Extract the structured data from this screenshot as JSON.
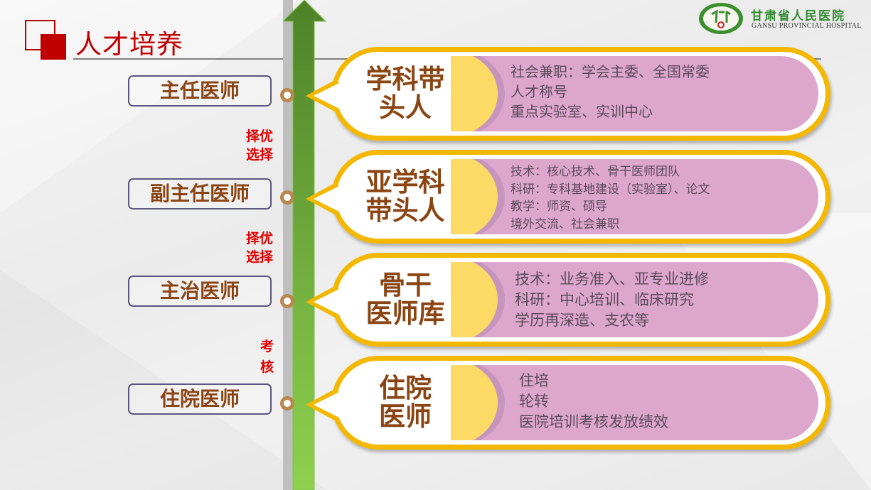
{
  "title": "人才培养",
  "logo": {
    "name_cn": "甘肃省人民医院",
    "name_en": "GANSU PROVINCIAL HOSPITAL"
  },
  "colors": {
    "title_red": "#c00000",
    "card_border": "#f5b800",
    "panel_pink": "#dda6cd",
    "panel_yellow": "#fdd966",
    "arrow_green_top": "#538a2a",
    "arrow_green_bottom": "#8fd14f",
    "level_text": "#8b4513",
    "step_red": "#e00000"
  },
  "levels": [
    {
      "label": "主任医师"
    },
    {
      "label": "副主任医师"
    },
    {
      "label": "主治医师"
    },
    {
      "label": "住院医师"
    }
  ],
  "steps": [
    {
      "line1": "择优",
      "line2": "选择"
    },
    {
      "line1": "择优",
      "line2": "选择"
    },
    {
      "line1": "考",
      "line2": "核"
    }
  ],
  "cards": [
    {
      "title_line1": "学科带",
      "title_line2": "头人",
      "items": [
        "社会兼职：学会主委、全国常委",
        "人才称号",
        "重点实验室、实训中心"
      ]
    },
    {
      "title_line1": "亚学科",
      "title_line2": "带头人",
      "items": [
        "技术：核心技术、骨干医师团队",
        "科研：专科基地建设（实验室）、论文",
        "教学：师资、硕导",
        "境外交流、社会兼职"
      ]
    },
    {
      "title_line1": "骨干",
      "title_line2": "医师库",
      "items": [
        "技术：业务准入、亚专业进修",
        "科研：中心培训、临床研究",
        "学历再深造、支农等"
      ]
    },
    {
      "title_line1": "住院",
      "title_line2": "医师",
      "items": [
        "住培",
        "轮转",
        "医院培训考核发放绩效"
      ]
    }
  ]
}
